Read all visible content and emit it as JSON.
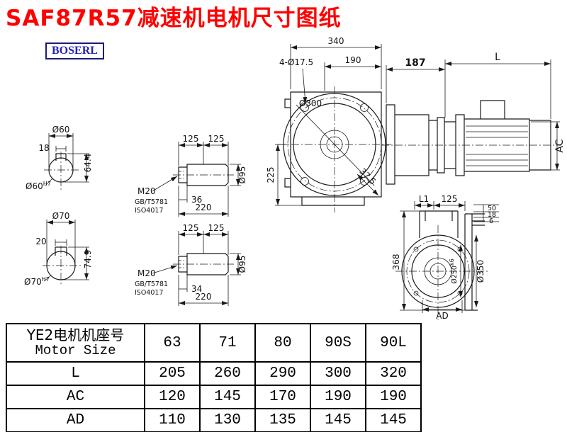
{
  "title": "SAF87R57减速机电机尺寸图纸",
  "brand": {
    "logo_text": "BOSERL"
  },
  "colors": {
    "title": "#ff0000",
    "logo": "#2222bb",
    "line": "#1a1a1a"
  },
  "views": {
    "front": {
      "dim_340": "340",
      "dim_190": "190",
      "holes_label": "4-Ø17.5",
      "bolt_circle": "Ø300",
      "dim_225": "225",
      "dim_37_5": "37.5"
    },
    "side": {
      "dim_187": "187",
      "dim_L": "L",
      "dim_AC": "AC"
    },
    "shaft_small": {
      "dia": "Ø60",
      "key_width": "18",
      "key_depth": "64.4",
      "bore": "Ø60",
      "bore_tol": "H7"
    },
    "shaft_large": {
      "dia": "Ø70",
      "key_width": "20",
      "key_depth": "74.9",
      "bore": "Ø70",
      "bore_tol": "H7"
    },
    "shaft_end_top": {
      "dim_125_a": "125",
      "dim_125_b": "125",
      "thread": "M20",
      "std_1": "GB/T5781",
      "std_2": "ISO4017",
      "dim_36": "36",
      "dim_220": "220",
      "dia": "Ø95"
    },
    "shaft_end_bottom": {
      "dim_125_a": "125",
      "dim_125_b": "125",
      "thread": "M20",
      "std_1": "GB/T5781",
      "std_2": "ISO4017",
      "dim_34": "34",
      "dim_220": "220",
      "dia": "Ø95"
    },
    "rear": {
      "dim_L1": "L1",
      "dim_125": "125",
      "dim_50": "50",
      "dim_18": "18",
      "dim_6": "6",
      "dim_368": "368",
      "dia_inner": "Ø250",
      "dia_inner_tol": "k6",
      "dia_outer": "Ø350",
      "dim_AD": "AD"
    }
  },
  "table": {
    "header_line1": "YE2电机机座号",
    "header_line2": "Motor Size",
    "size_cols": [
      "63",
      "71",
      "80",
      "90S",
      "90L"
    ],
    "rows": [
      {
        "label": "L",
        "values": [
          "205",
          "260",
          "290",
          "300",
          "320"
        ]
      },
      {
        "label": "AC",
        "values": [
          "120",
          "145",
          "170",
          "190",
          "190"
        ]
      },
      {
        "label": "AD",
        "values": [
          "110",
          "130",
          "135",
          "145",
          "145"
        ]
      }
    ]
  }
}
